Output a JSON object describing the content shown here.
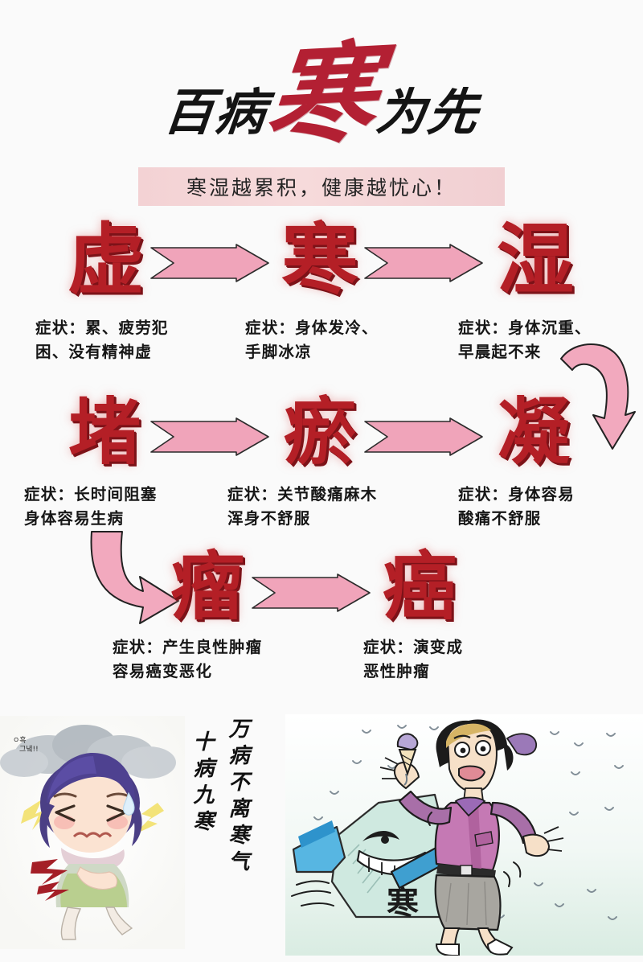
{
  "header": {
    "title_prefix": "百病",
    "title_highlight": "寒",
    "title_suffix": "为先",
    "title_full": "百病寒为先",
    "subtitle": "寒湿越累积，健康越忧心！",
    "highlight_color": "#b32033",
    "banner_color": "#f3d2d4"
  },
  "flow": {
    "stage_color": "#b41f26",
    "arrow_color": "#f0a9bd",
    "rows": [
      {
        "direction": "right",
        "stages": [
          {
            "glyph": "虚",
            "caption_line1": "症状：累、疲劳犯",
            "caption_line2": "困、没有精神虚"
          },
          {
            "glyph": "寒",
            "caption_line1": "症状：身体发冷、",
            "caption_line2": "手脚冰凉"
          },
          {
            "glyph": "湿",
            "caption_line1": "症状：身体沉重、",
            "caption_line2": "早晨起不来"
          }
        ]
      },
      {
        "direction": "left",
        "stages": [
          {
            "glyph": "堵",
            "caption_line1": "症状：长时间阻塞",
            "caption_line2": "身体容易生病"
          },
          {
            "glyph": "瘀",
            "caption_line1": "症状：关节酸痛麻木",
            "caption_line2": "浑身不舒服"
          },
          {
            "glyph": "凝",
            "caption_line1": "症状：身体容易",
            "caption_line2": "酸痛不舒服"
          }
        ]
      },
      {
        "direction": "right",
        "stages": [
          {
            "glyph": "瘤",
            "caption_line1": "症状：产生良性肿瘤",
            "caption_line2": "容易癌变恶化"
          },
          {
            "glyph": "癌",
            "caption_line1": "症状：演变成",
            "caption_line2": "恶性肿瘤"
          }
        ]
      }
    ]
  },
  "bottom": {
    "vertical_text_right": "万病不离寒气",
    "vertical_text_left": "十病九寒",
    "left_illustration_alt": "卡通女孩捂腹痛苦，乌云闪电",
    "right_illustration_alt": "卡通女子受寒怪物袭击，手持冰淇淋",
    "cold_monster_label": "寒"
  }
}
